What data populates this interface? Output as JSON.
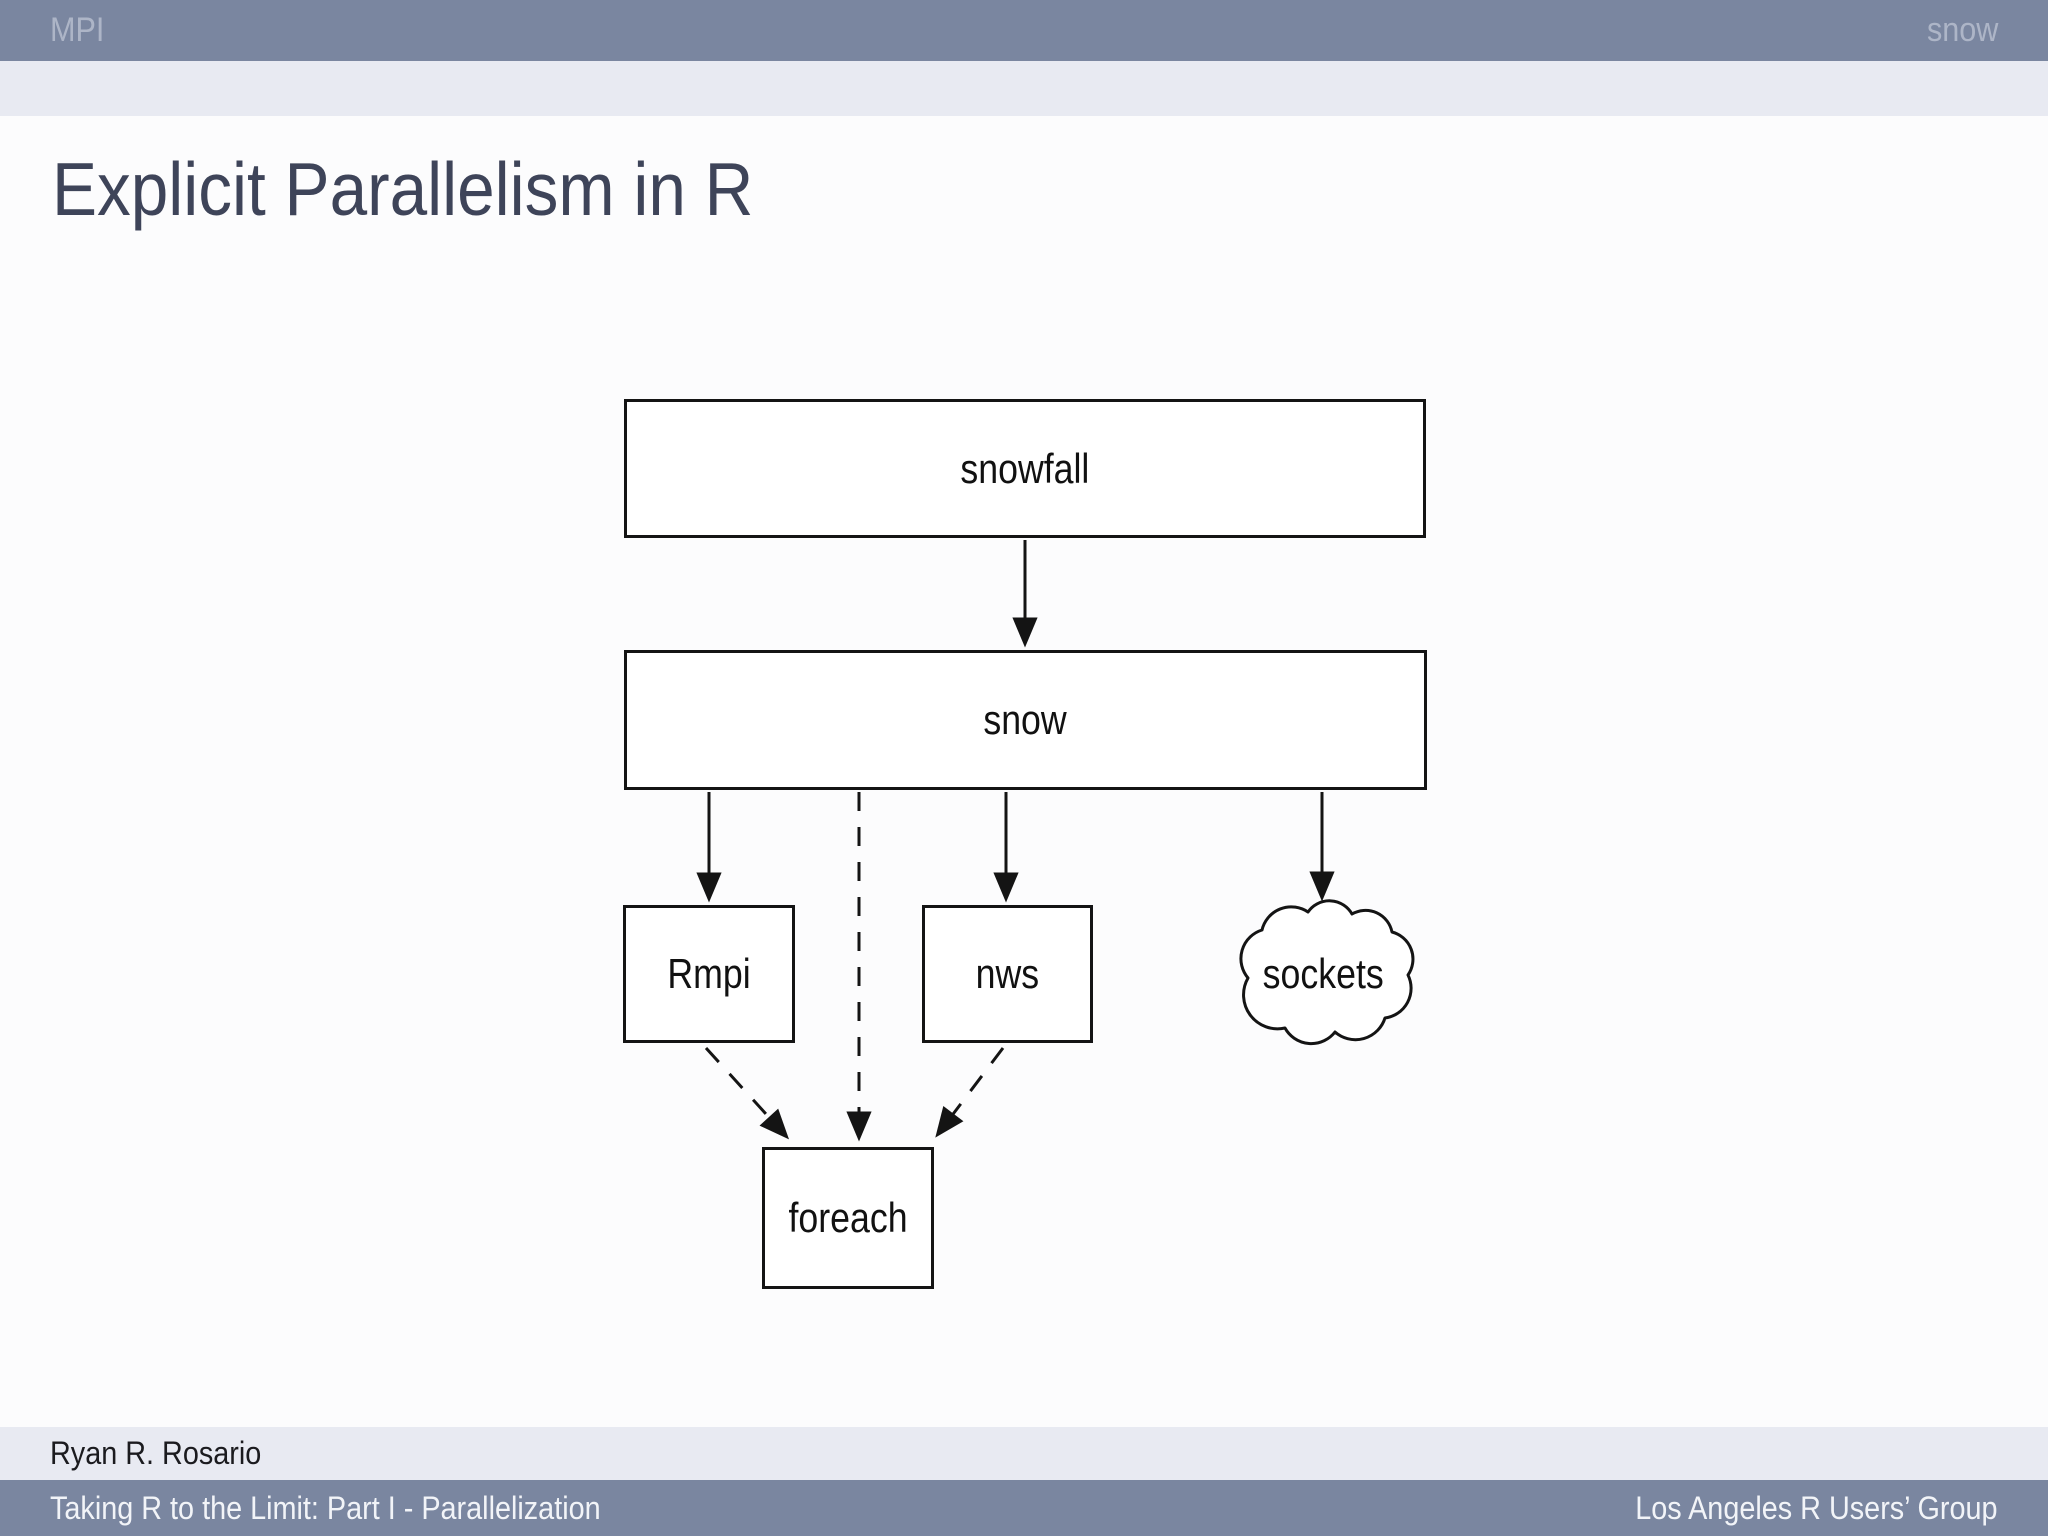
{
  "header": {
    "left_section": "MPI",
    "right_section": "snow"
  },
  "slide": {
    "title": "Explicit Parallelism in R"
  },
  "diagram": {
    "nodes": [
      {
        "id": "snowfall",
        "label": "snowfall",
        "shape": "rectangle"
      },
      {
        "id": "snow",
        "label": "snow",
        "shape": "rectangle"
      },
      {
        "id": "Rmpi",
        "label": "Rmpi",
        "shape": "rectangle"
      },
      {
        "id": "nws",
        "label": "nws",
        "shape": "rectangle"
      },
      {
        "id": "sockets",
        "label": "sockets",
        "shape": "cloud"
      },
      {
        "id": "foreach",
        "label": "foreach",
        "shape": "rectangle"
      }
    ],
    "edges": [
      {
        "from": "snowfall",
        "to": "snow",
        "style": "solid"
      },
      {
        "from": "snow",
        "to": "Rmpi",
        "style": "solid"
      },
      {
        "from": "snow",
        "to": "nws",
        "style": "solid"
      },
      {
        "from": "snow",
        "to": "sockets",
        "style": "solid"
      },
      {
        "from": "snow",
        "to": "foreach",
        "style": "dashed"
      },
      {
        "from": "Rmpi",
        "to": "foreach",
        "style": "dashed"
      },
      {
        "from": "nws",
        "to": "foreach",
        "style": "dashed"
      }
    ]
  },
  "footer": {
    "author": "Ryan R. Rosario",
    "left": "Taking R to the Limit: Part I - Parallelization",
    "right": "Los Angeles R Users’ Group"
  },
  "colors": {
    "bar_background": "#7a86a0",
    "bar_muted_text": "#adb5c7",
    "strip_background": "#e8eaf2",
    "title_text": "#3e4459",
    "footer_bar_text": "#f2f4f8",
    "diagram_stroke": "#141414"
  }
}
